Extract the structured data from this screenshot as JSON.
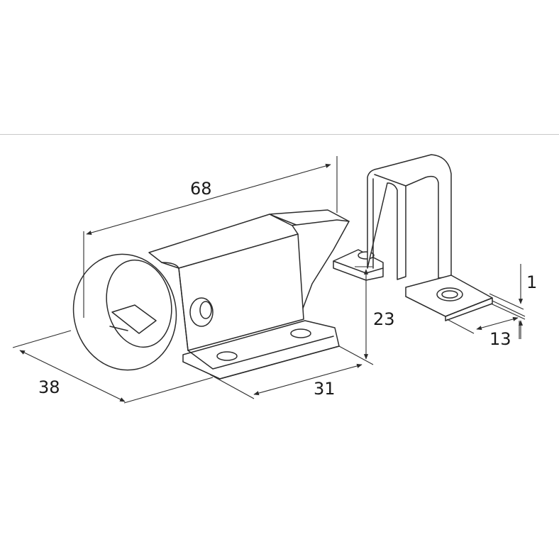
{
  "dimensions": {
    "length": "68",
    "width": "38",
    "base": "31",
    "height": "23",
    "strike_width": "13",
    "thickness": "1"
  }
}
